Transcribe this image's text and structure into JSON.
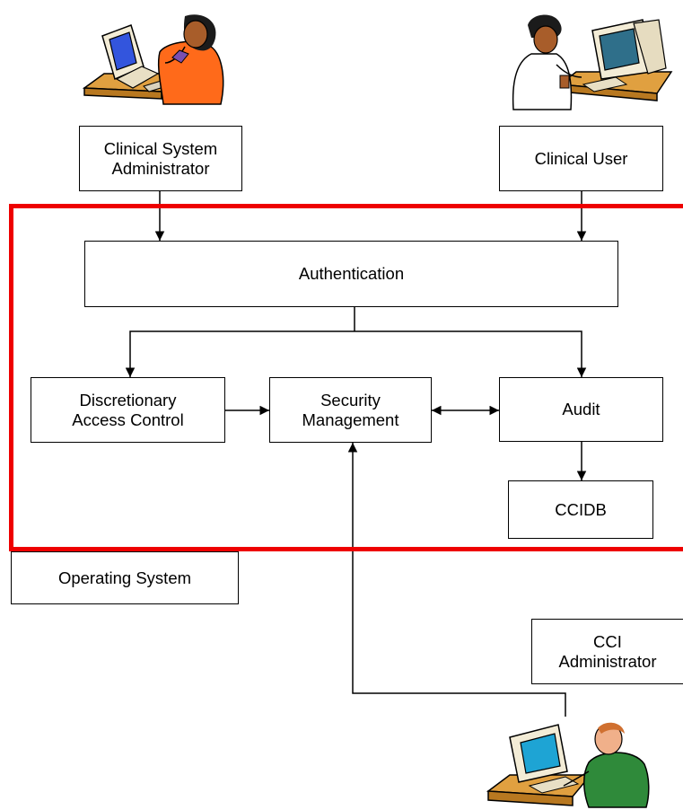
{
  "diagram": {
    "actors": {
      "clinical_system_administrator": {
        "label": "Clinical System\nAdministrator",
        "icon": "person-at-computer-icon"
      },
      "clinical_user": {
        "label": "Clinical User",
        "icon": "person-at-computer-icon"
      },
      "cci_administrator": {
        "label": "CCI\nAdministrator",
        "icon": "person-at-computer-icon"
      }
    },
    "components": {
      "authentication": "Authentication",
      "discretionary_access_control": "Discretionary\nAccess Control",
      "security_management": "Security\nManagement",
      "audit": "Audit",
      "ccidb": "CCIDB",
      "operating_system": "Operating System"
    },
    "boundary_color": "#ee0000",
    "connections": [
      {
        "from": "Clinical System Administrator",
        "to": "Authentication",
        "direction": "forward"
      },
      {
        "from": "Clinical User",
        "to": "Authentication",
        "direction": "forward"
      },
      {
        "from": "Authentication",
        "to": "Discretionary Access Control",
        "direction": "forward"
      },
      {
        "from": "Authentication",
        "to": "Audit",
        "direction": "forward"
      },
      {
        "from": "Discretionary Access Control",
        "to": "Security Management",
        "direction": "forward"
      },
      {
        "from": "Security Management",
        "to": "Audit",
        "direction": "both"
      },
      {
        "from": "Audit",
        "to": "CCIDB",
        "direction": "forward"
      },
      {
        "from": "CCI Administrator",
        "to": "Security Management",
        "direction": "forward"
      }
    ]
  }
}
